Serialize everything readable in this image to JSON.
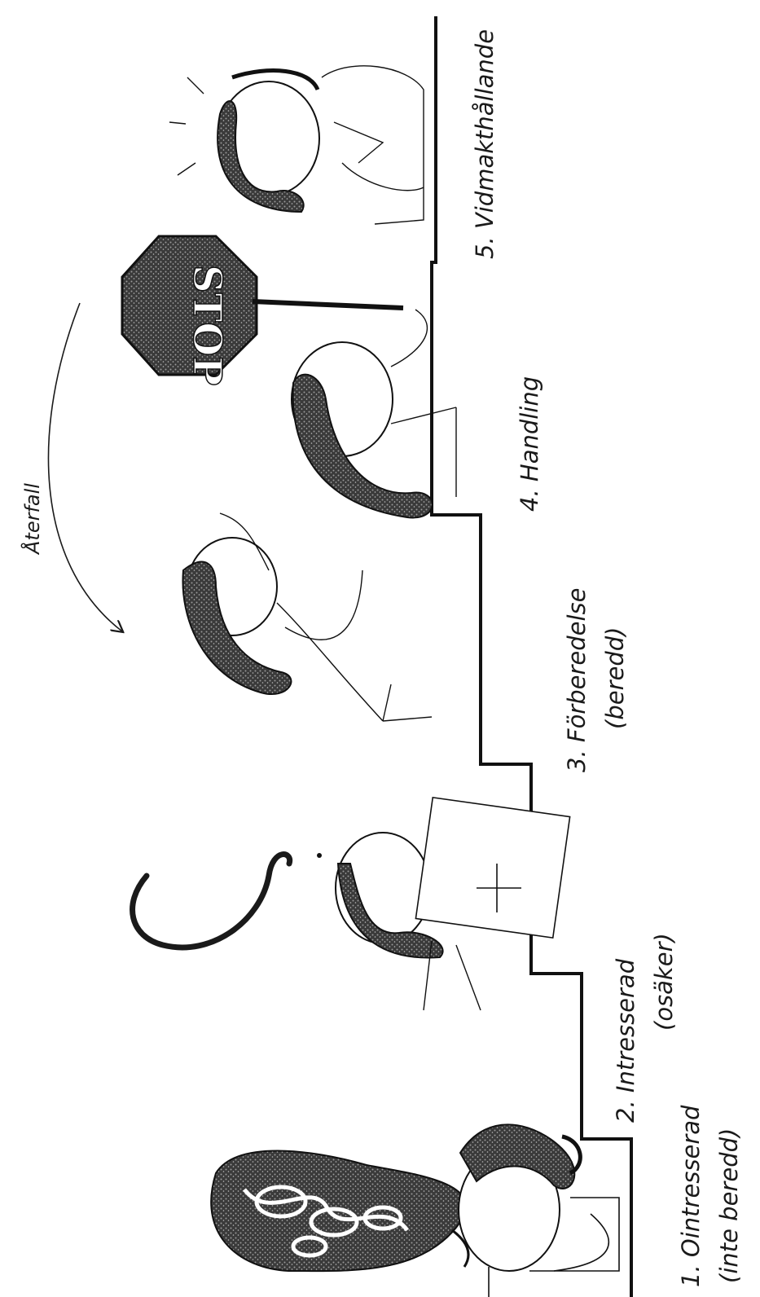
{
  "diagram": {
    "relapse_label": "Återfall",
    "stop_sign_text": "STOP",
    "stages": [
      {
        "line1": "1. Ointresserad",
        "line2": "(inte beredd)"
      },
      {
        "line1": "2. Intresserad",
        "line2": "(osäker)"
      },
      {
        "line1": "3. Förberedelse",
        "line2": "(beredd)"
      },
      {
        "line1": "4. Handling",
        "line2": ""
      },
      {
        "line1": "5. Vidmakthållande",
        "line2": ""
      }
    ]
  },
  "colors": {
    "ink": "#1a1a1a",
    "hair_fill": "#4a4a4a",
    "paper": "#ffffff"
  }
}
